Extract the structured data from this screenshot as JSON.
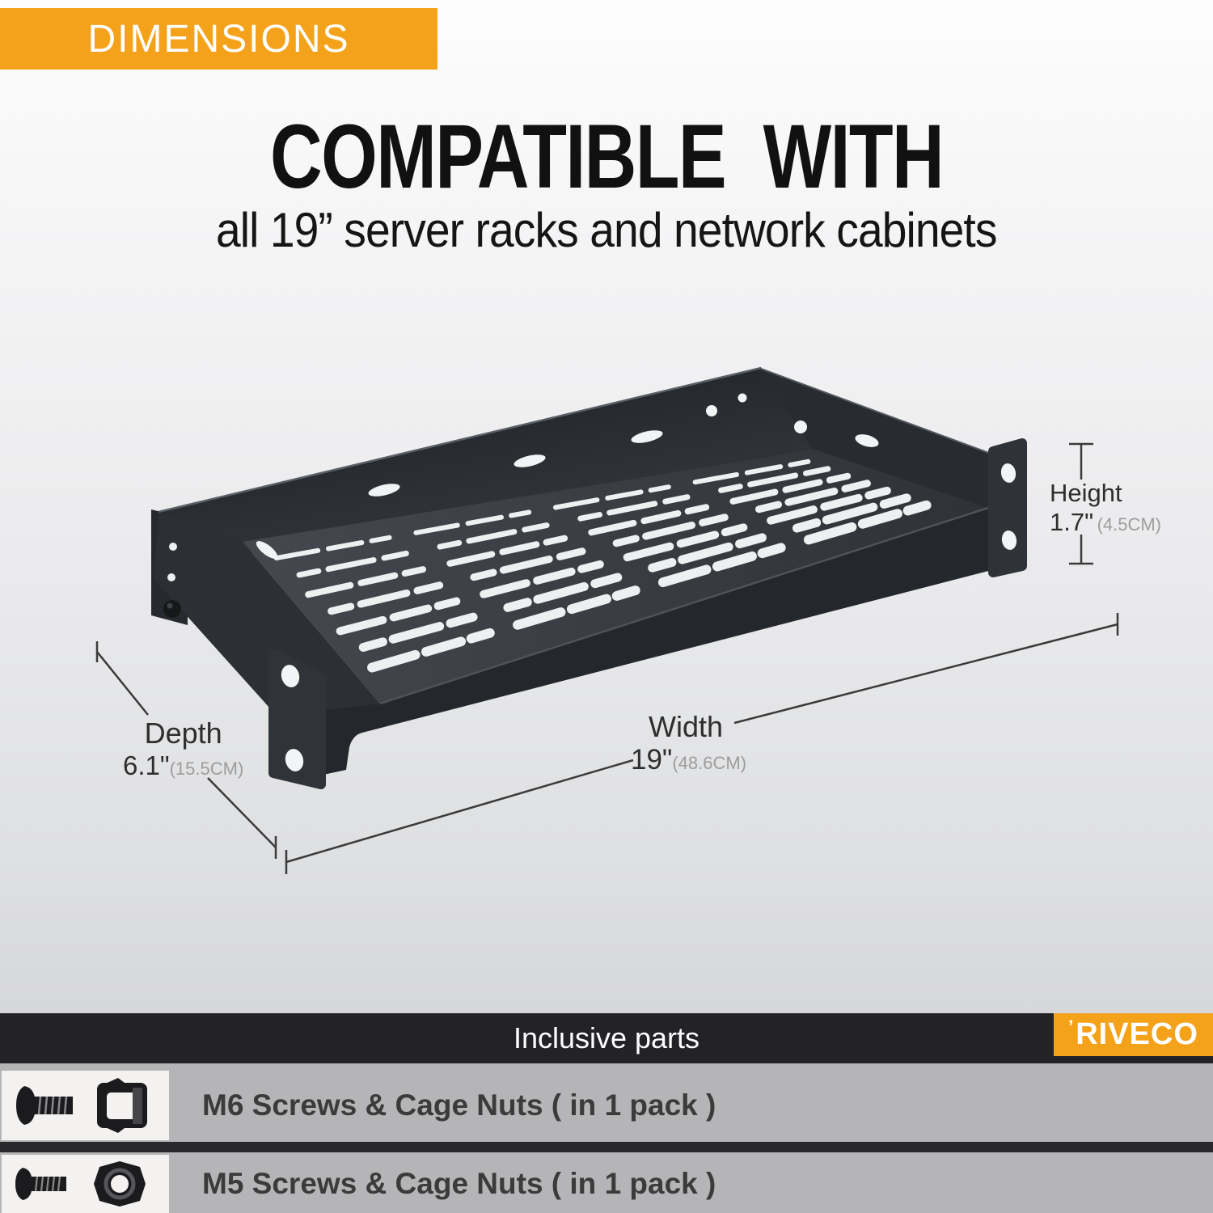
{
  "banner": {
    "label": "DIMENSIONS"
  },
  "heading": {
    "title": "COMPATIBLE  WITH",
    "subtitle": "all 19” server racks and network cabinets"
  },
  "dimensions": {
    "height": {
      "label": "Height",
      "value": "1.7\"",
      "metric": "(4.5CM)"
    },
    "depth": {
      "label": "Depth",
      "value": "6.1\"",
      "metric": "(15.5CM)"
    },
    "width": {
      "label": "Width",
      "value": "19\"",
      "metric": "(48.6CM)"
    }
  },
  "footer": {
    "bar_title": "Inclusive parts",
    "brand_mark": "’",
    "brand": "RIVECO"
  },
  "parts": [
    {
      "label": "M6 Screws & Cage Nuts ( in 1 pack )"
    },
    {
      "label": "M5 Screws & Cage Nuts ( in 1 pack )"
    }
  ],
  "colors": {
    "accent_orange": "#F5A21B",
    "bar_dark": "#232227",
    "metal_dark": "#24272b",
    "metal_mid": "#2c2f34",
    "metal_floor_light": "#43464c",
    "metal_floor_dark": "#2f3236",
    "slot_light": "#edeff1",
    "line_dark": "#3a3a3a",
    "gray_text": "#9d9d9d"
  }
}
